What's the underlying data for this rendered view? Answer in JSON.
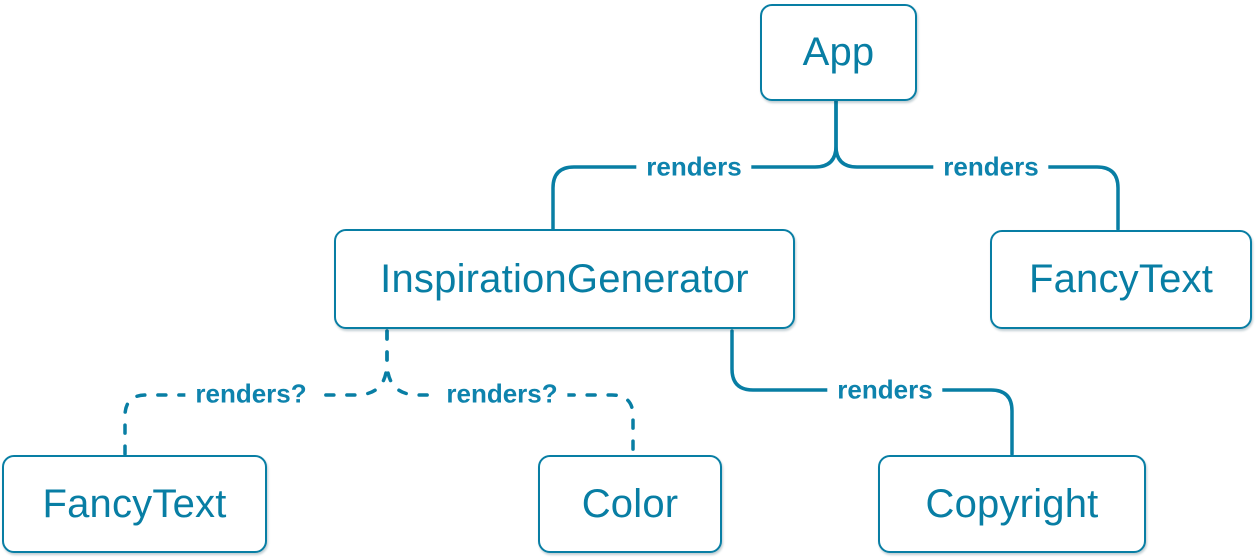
{
  "theme": {
    "background": "#ffffff",
    "accent": "#087ea4",
    "label_color": "#0e83ad",
    "node_bg": "#ffffff"
  },
  "diagram": {
    "type": "component-render-tree",
    "nodes": [
      {
        "id": "app",
        "label": "App"
      },
      {
        "id": "inspiration-generator",
        "label": "InspirationGenerator"
      },
      {
        "id": "fancy-text-top",
        "label": "FancyText"
      },
      {
        "id": "fancy-text-bottom",
        "label": "FancyText"
      },
      {
        "id": "color",
        "label": "Color"
      },
      {
        "id": "copyright",
        "label": "Copyright"
      }
    ],
    "edges": [
      {
        "from": "App",
        "to": "InspirationGenerator",
        "label": "renders",
        "style": "solid"
      },
      {
        "from": "App",
        "to": "FancyText",
        "label": "renders",
        "style": "solid"
      },
      {
        "from": "InspirationGenerator",
        "to": "FancyText",
        "label": "renders?",
        "style": "dashed"
      },
      {
        "from": "InspirationGenerator",
        "to": "Color",
        "label": "renders?",
        "style": "dashed"
      },
      {
        "from": "InspirationGenerator",
        "to": "Copyright",
        "label": "renders",
        "style": "solid"
      }
    ]
  }
}
